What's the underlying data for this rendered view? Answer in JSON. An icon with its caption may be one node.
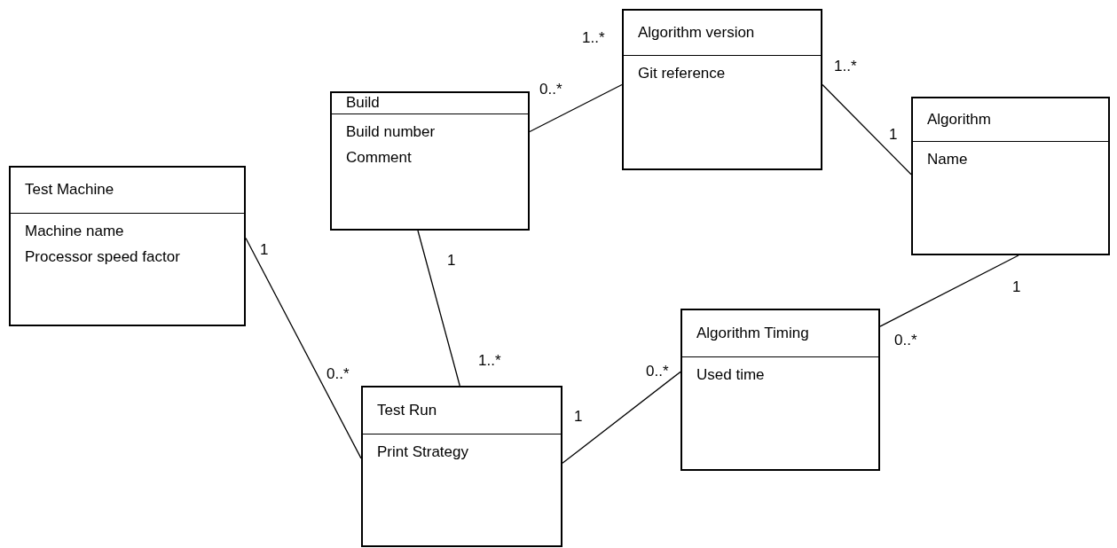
{
  "diagram": {
    "nodes": [
      {
        "text": [
          "Build",
          "Build number",
          "Comment"
        ]
      },
      {
        "text": [
          "Algorithm version",
          "Git reference"
        ]
      },
      {
        "text": [
          "Algorithm",
          "Name"
        ]
      },
      {
        "text": [
          "Test Machine",
          "Machine name",
          "Processor speed factor"
        ]
      },
      {
        "text": [
          "Algorithm Timing",
          "Used time"
        ]
      },
      {
        "text": [
          "Test Run",
          "Print Strategy"
        ]
      }
    ],
    "edges": [
      {
        "from": 0,
        "to": 1,
        "arrow": "none"
      },
      {
        "from": 1,
        "to": 2,
        "arrow": "none"
      },
      {
        "from": 3,
        "to": 5,
        "arrow": "none"
      },
      {
        "from": 0,
        "to": 5,
        "arrow": "none"
      },
      {
        "from": 5,
        "to": 4,
        "arrow": "none"
      },
      {
        "from": 4,
        "to": 2,
        "arrow": "none"
      }
    ],
    "labels": [
      "1..*",
      "1..*",
      "0..*",
      "1",
      "1",
      "1",
      "1",
      "0..*",
      "0..*",
      "1..*",
      "0..*",
      "1"
    ]
  }
}
